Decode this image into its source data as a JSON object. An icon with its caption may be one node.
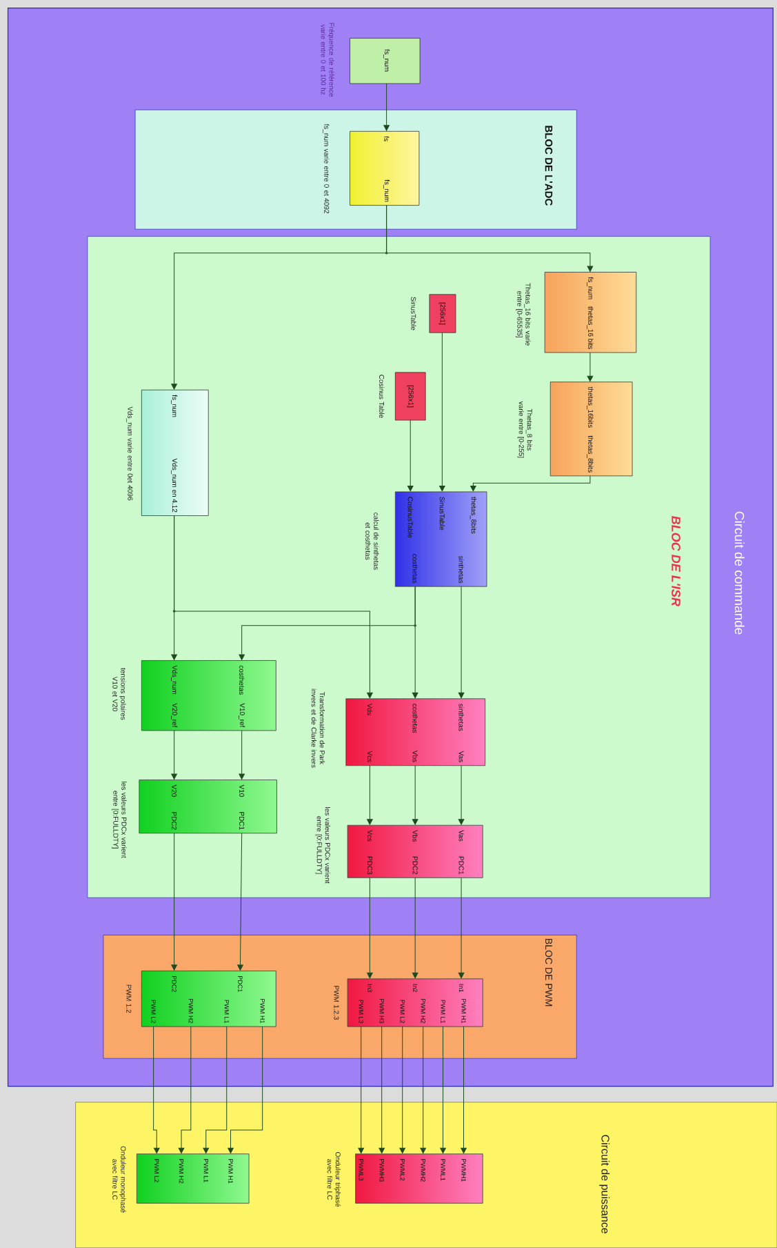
{
  "diagram": {
    "nodes": [
      {
        "text": [
          "Circuit de commande"
        ]
      },
      {
        "text": [
          "Circuit de puissance"
        ]
      },
      {
        "text": [
          "fs_num"
        ],
        "in": 0,
        "beside": [
          "Fréquence de référence varie entre 0 et 100 hz"
        ]
      },
      {
        "text": [
          "BLOC DE L'ADC"
        ],
        "in": 0
      },
      {
        "text": [
          "fs",
          "fs_num"
        ],
        "in": 3,
        "beside": [
          "fs_num varie entre 0 et 4092"
        ]
      },
      {
        "text": [
          "BLOC DE L'ISR"
        ],
        "in": 0
      },
      {
        "text": [
          "fs_num",
          "thetas_16 bits"
        ],
        "in": 5,
        "beside": [
          "Thetas_16 bits varie entre [0-65535]"
        ]
      },
      {
        "text": [
          "thetas_16bits",
          "thetas_8bits"
        ],
        "in": 5,
        "beside": [
          "Thetas_8 bits varie entre [0-255]"
        ]
      },
      {
        "text": [
          "[256x1]"
        ],
        "in": 5,
        "beside": [
          "SinusTable"
        ]
      },
      {
        "text": [
          "[256x1]"
        ],
        "in": 5,
        "beside": [
          "Cosinus Table"
        ]
      },
      {
        "text": [
          "thetas_8bits",
          "SinusTable",
          "CosinusTable",
          "sinthetas",
          "costhetas"
        ],
        "in": 5,
        "beside": [
          "calcul de sinthetas et costhetas"
        ]
      },
      {
        "text": [
          "fs_num",
          "Vds_num en 4.12"
        ],
        "in": 5,
        "beside": [
          "Vds_num varie entre 0et 4096"
        ]
      },
      {
        "text": [
          "sinthetas",
          "costhetas",
          "Vds",
          "Vas",
          "Vbs",
          "Vcs"
        ],
        "in": 5,
        "beside": [
          "Transformation de Park invers et de Clarke invers"
        ]
      },
      {
        "text": [
          "Vas",
          "Vbs",
          "Vcs",
          "PDC1",
          "PDC2",
          "PDC3"
        ],
        "in": 5,
        "beside": [
          "les valeurs PDCx varient entre [0:FULLDTY]"
        ]
      },
      {
        "text": [
          "costhetas",
          "Vds_num",
          "V10_ref",
          "V20_ref"
        ],
        "in": 5,
        "beside": [
          "tensions polaires V10 et V20"
        ]
      },
      {
        "text": [
          "V10",
          "V20",
          "PDC1",
          "PDC2"
        ],
        "in": 5,
        "beside": [
          "les valeurs PDCx varient entre [0:FULLDTY]"
        ]
      },
      {
        "text": [
          "BLOC DE PWM"
        ],
        "in": 0
      },
      {
        "text": [
          "In1",
          "In2",
          "In3",
          "PWM H1",
          "PWM L1",
          "PWM H2",
          "PWM L2",
          "PWM H3",
          "PWM L3"
        ],
        "in": 16,
        "beside": [
          "PWM 1.2.3"
        ]
      },
      {
        "text": [
          "PDC1",
          "PDC2",
          "PWM H1",
          "PWM L1",
          "PWM H2",
          "PWM L2"
        ],
        "in": 16,
        "beside": [
          "PWM 1.2"
        ]
      },
      {
        "text": [
          "PWMH1",
          "PWML1",
          "PWMH2",
          "PWML2",
          "PWMH3",
          "PWML3"
        ],
        "in": 1,
        "beside": [
          "Onduleur triphasé avec filtre LC"
        ]
      },
      {
        "text": [
          "PWM H1",
          "PWM L1",
          "PWM H2",
          "PWM L2"
        ],
        "in": 1,
        "beside": [
          "Onduleur monophasé avec filtre LC"
        ]
      }
    ],
    "edges": [
      {
        "from": 2,
        "to": 4,
        "arrow": "to"
      },
      {
        "from": 4,
        "to": 6,
        "arrow": "to"
      },
      {
        "from": 4,
        "to": 11,
        "arrow": "to"
      },
      {
        "from": 6,
        "to": 7,
        "arrow": "to"
      },
      {
        "from": 7,
        "to": 10,
        "arrow": "to"
      },
      {
        "from": 8,
        "to": 10,
        "arrow": "to"
      },
      {
        "from": 9,
        "to": 10,
        "arrow": "to"
      },
      {
        "from": 10,
        "to": 12,
        "arrow": "to"
      },
      {
        "from": 10,
        "to": 12,
        "arrow": "to"
      },
      {
        "from": 10,
        "to": 14,
        "arrow": "to"
      },
      {
        "from": 11,
        "to": 12,
        "arrow": "to"
      },
      {
        "from": 11,
        "to": 14,
        "arrow": "to"
      },
      {
        "from": 12,
        "to": 13,
        "arrow": "to"
      },
      {
        "from": 12,
        "to": 13,
        "arrow": "to"
      },
      {
        "from": 12,
        "to": 13,
        "arrow": "to"
      },
      {
        "from": 14,
        "to": 15,
        "arrow": "to"
      },
      {
        "from": 14,
        "to": 15,
        "arrow": "to"
      },
      {
        "from": 13,
        "to": 17,
        "arrow": "to"
      },
      {
        "from": 13,
        "to": 17,
        "arrow": "to"
      },
      {
        "from": 13,
        "to": 17,
        "arrow": "to"
      },
      {
        "from": 15,
        "to": 18,
        "arrow": "to"
      },
      {
        "from": 15,
        "to": 18,
        "arrow": "to"
      },
      {
        "from": 17,
        "to": 19,
        "arrow": "to"
      },
      {
        "from": 17,
        "to": 19,
        "arrow": "to"
      },
      {
        "from": 17,
        "to": 19,
        "arrow": "to"
      },
      {
        "from": 17,
        "to": 19,
        "arrow": "to"
      },
      {
        "from": 17,
        "to": 19,
        "arrow": "to"
      },
      {
        "from": 17,
        "to": 19,
        "arrow": "to"
      },
      {
        "from": 18,
        "to": 20,
        "arrow": "to"
      },
      {
        "from": 18,
        "to": 20,
        "arrow": "to"
      },
      {
        "from": 18,
        "to": 20,
        "arrow": "to"
      },
      {
        "from": 18,
        "to": 20,
        "arrow": "to"
      }
    ]
  }
}
